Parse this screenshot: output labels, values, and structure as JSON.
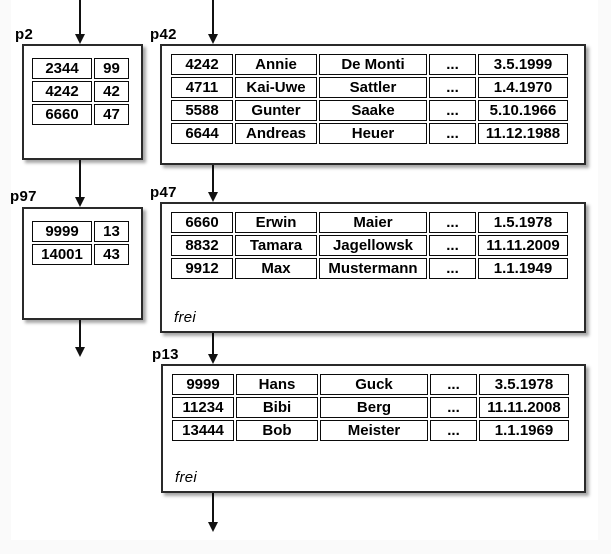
{
  "diagram_title": "heap file page chain with index pages",
  "colors": {
    "background": "#fafafa",
    "panel": "#ffffff",
    "box_border": "#2a2a2a",
    "cell_border": "#0a0a0a",
    "arrow": "#111111",
    "text": "#000000"
  },
  "pages": {
    "p2": {
      "label": "p2",
      "kind": "index",
      "rows": [
        [
          "2344",
          "99"
        ],
        [
          "4242",
          "42"
        ],
        [
          "6660",
          "47"
        ]
      ]
    },
    "p42": {
      "label": "p42",
      "kind": "data",
      "rows": [
        [
          "4242",
          "Annie",
          "De Monti",
          "...",
          "3.5.1999"
        ],
        [
          "4711",
          "Kai-Uwe",
          "Sattler",
          "...",
          "1.4.1970"
        ],
        [
          "5588",
          "Gunter",
          "Saake",
          "...",
          "5.10.1966"
        ],
        [
          "6644",
          "Andreas",
          "Heuer",
          "...",
          "11.12.1988"
        ]
      ]
    },
    "p97": {
      "label": "p97",
      "kind": "index",
      "rows": [
        [
          "9999",
          "13"
        ],
        [
          "14001",
          "43"
        ]
      ]
    },
    "p47": {
      "label": "p47",
      "kind": "data",
      "free_label": "frei",
      "rows": [
        [
          "6660",
          "Erwin",
          "Maier",
          "...",
          "1.5.1978"
        ],
        [
          "8832",
          "Tamara",
          "Jagellowsk",
          "...",
          "11.11.2009"
        ],
        [
          "9912",
          "Max",
          "Mustermann",
          "...",
          "1.1.1949"
        ]
      ]
    },
    "p13": {
      "label": "p13",
      "kind": "data",
      "free_label": "frei",
      "rows": [
        [
          "9999",
          "Hans",
          "Guck",
          "...",
          "3.5.1978"
        ],
        [
          "11234",
          "Bibi",
          "Berg",
          "...",
          "11.11.2008"
        ],
        [
          "13444",
          "Bob",
          "Meister",
          "...",
          "1.1.1969"
        ]
      ]
    }
  }
}
